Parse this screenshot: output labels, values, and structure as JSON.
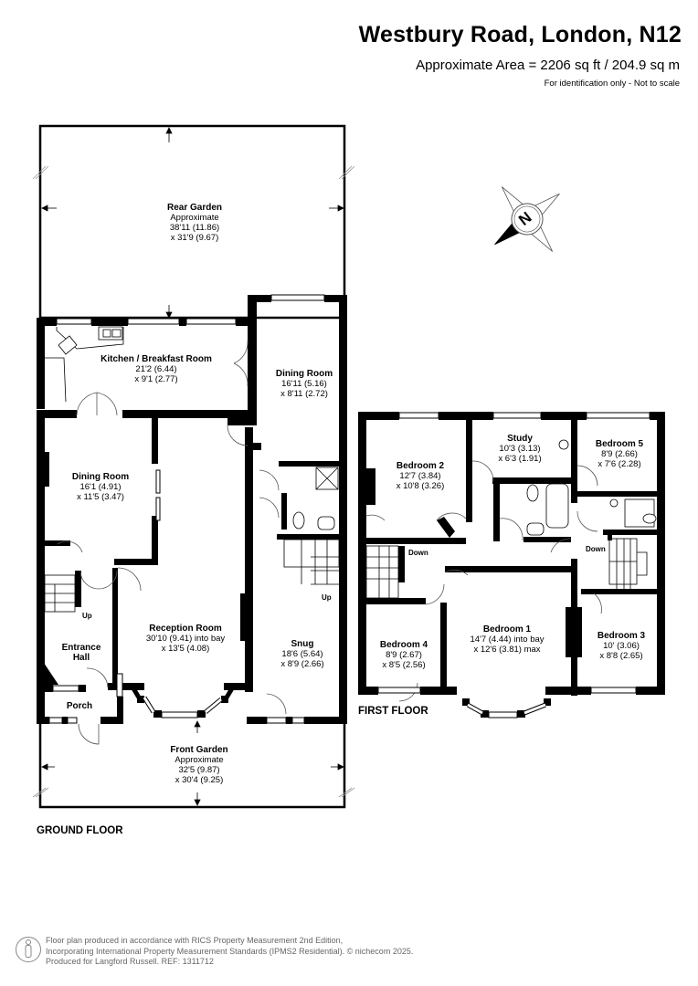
{
  "header": {
    "title": "Westbury Road, London, N12",
    "area": "Approximate Area = 2206 sq ft / 204.9 sq m",
    "disclaimer": "For identification only - Not to scale"
  },
  "compass": {
    "label": "N",
    "icon": "compass-rose-icon"
  },
  "ground_floor": {
    "label": "GROUND FLOOR",
    "rooms": [
      {
        "name": "Rear Garden",
        "line1": "Approximate",
        "line2": "38'11 (11.86)",
        "line3": "x 31'9 (9.67)"
      },
      {
        "name": "Kitchen / Breakfast Room",
        "line1": "21'2 (6.44)",
        "line2": "x 9'1 (2.77)"
      },
      {
        "name": "Dining Room",
        "line1": "16'11 (5.16)",
        "line2": "x 8'11 (2.72)"
      },
      {
        "name": "Dining Room",
        "line1": "16'1 (4.91)",
        "line2": "x 11'5 (3.47)"
      },
      {
        "name": "Reception Room",
        "line1": "30'10 (9.41) into bay",
        "line2": "x 13'5 (4.08)"
      },
      {
        "name": "Entrance",
        "line1": "Hall"
      },
      {
        "name": "Porch"
      },
      {
        "name": "Snug",
        "line1": "18'6 (5.64)",
        "line2": "x 8'9 (2.66)"
      },
      {
        "name": "Front Garden",
        "line1": "Approximate",
        "line2": "32'5 (9.87)",
        "line3": "x 30'4 (9.25)"
      }
    ],
    "stair_labels": [
      "Up",
      "Up"
    ]
  },
  "first_floor": {
    "label": "FIRST FLOOR",
    "rooms": [
      {
        "name": "Bedroom 2",
        "line1": "12'7 (3.84)",
        "line2": "x 10'8 (3.26)"
      },
      {
        "name": "Study",
        "line1": "10'3 (3.13)",
        "line2": "x 6'3 (1.91)"
      },
      {
        "name": "Bedroom 5",
        "line1": "8'9 (2.66)",
        "line2": "x 7'6 (2.28)"
      },
      {
        "name": "Bedroom 4",
        "line1": "8'9 (2.67)",
        "line2": "x 8'5 (2.56)"
      },
      {
        "name": "Bedroom 1",
        "line1": "14'7 (4.44) into bay",
        "line2": "x 12'6 (3.81) max"
      },
      {
        "name": "Bedroom 3",
        "line1": "10' (3.06)",
        "line2": "x 8'8 (2.65)"
      }
    ],
    "stair_labels": [
      "Down",
      "Down"
    ]
  },
  "footer": {
    "line1": "Floor plan produced in accordance with RICS Property Measurement 2nd Edition,",
    "line2": "Incorporating International Property Measurement Standards (IPMS2 Residential).   © nichecom 2025.",
    "line3": "Produced for Langford Russell.   REF: 1311712",
    "icon": "person-icon"
  }
}
